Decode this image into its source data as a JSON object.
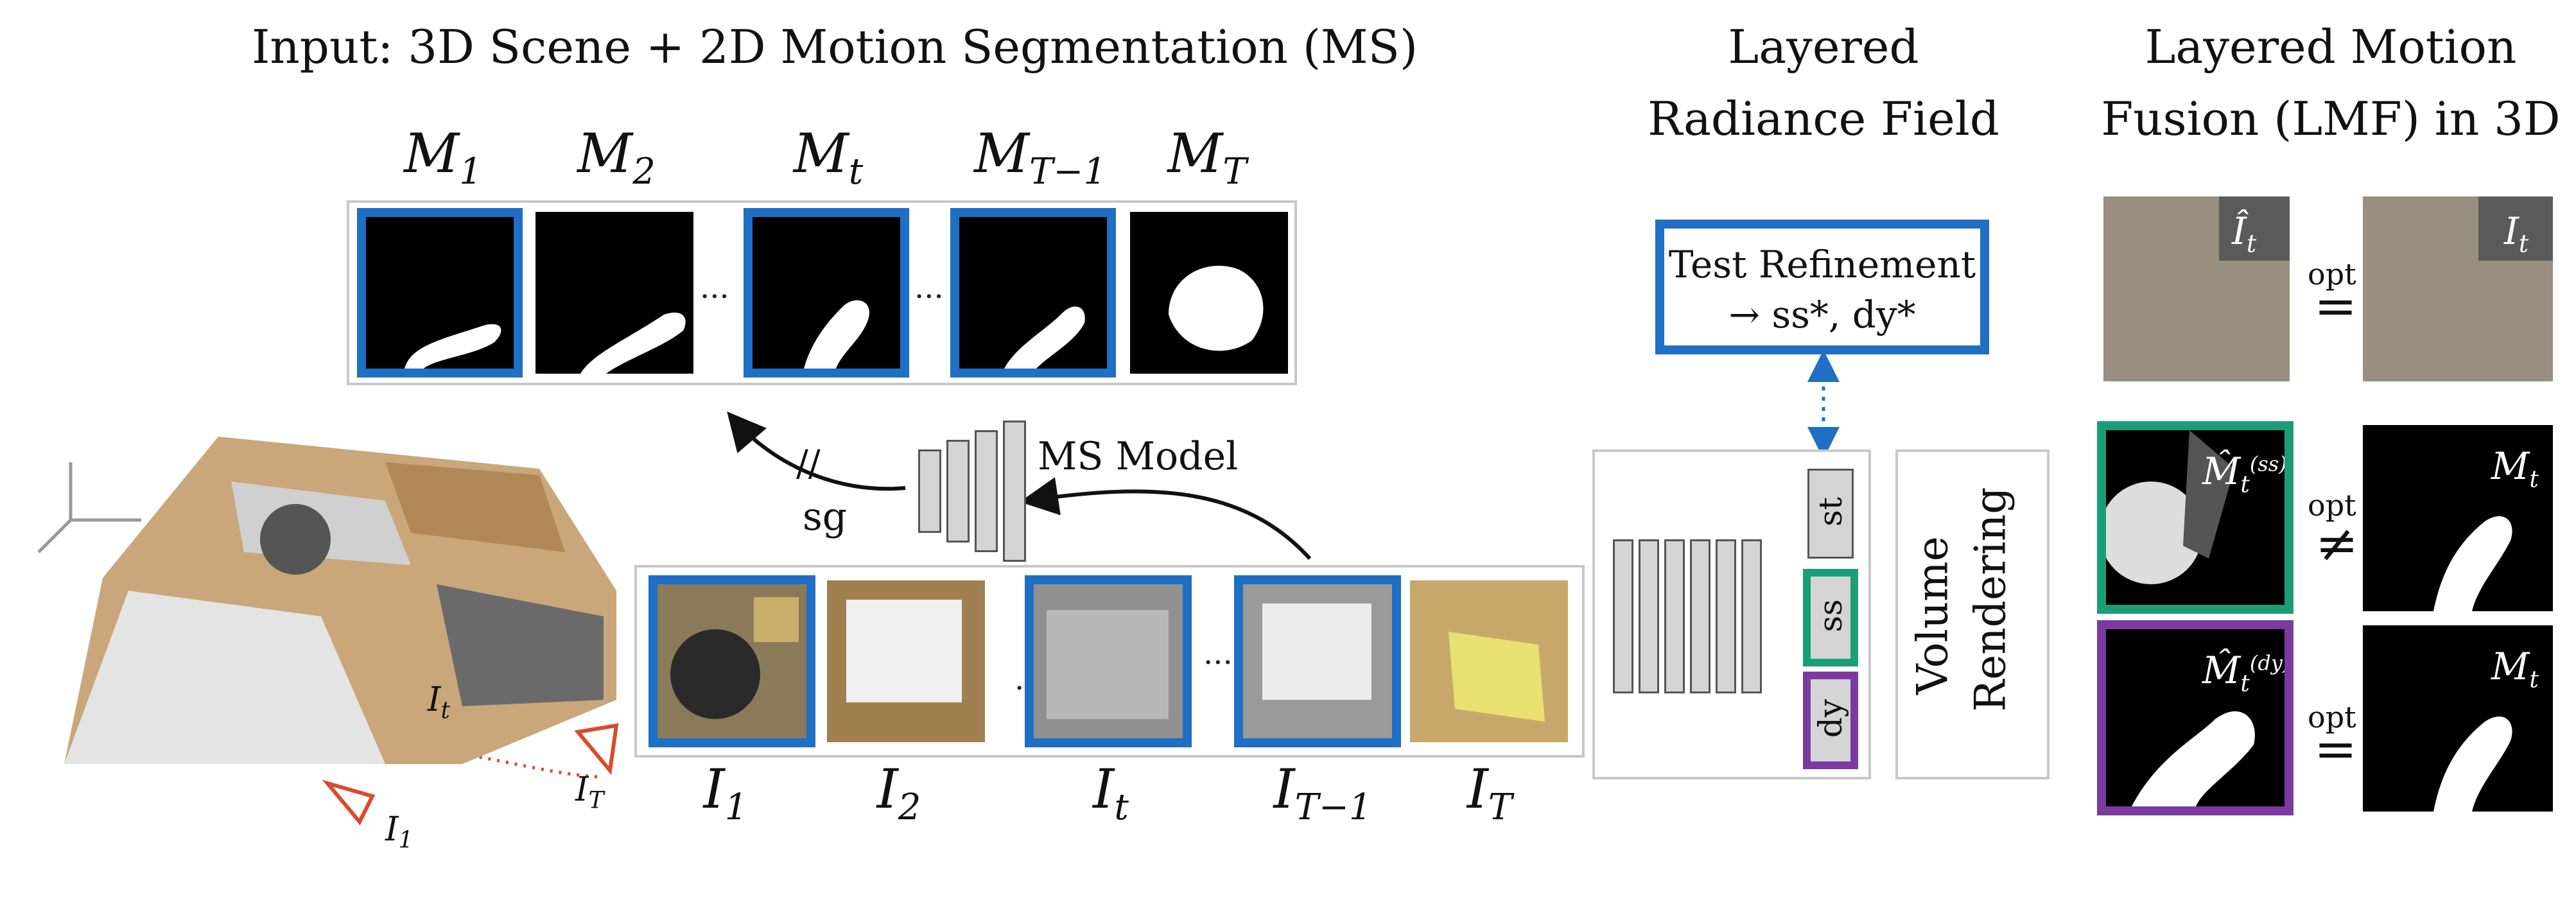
{
  "titles": {
    "input": "Input: 3D Scene + 2D Motion Segmentation (MS)",
    "layered_radiance_field_line1": "Layered",
    "layered_radiance_field_line2": "Radiance Field",
    "lmf_line1": "Layered Motion",
    "lmf_line2": "Fusion (LMF) in 3D"
  },
  "mask_labels": [
    {
      "base": "M",
      "sub": "1"
    },
    {
      "base": "M",
      "sub": "2"
    },
    {
      "base": "M",
      "sub": "t"
    },
    {
      "base": "M",
      "sub": "T−1"
    },
    {
      "base": "M",
      "sub": "T"
    }
  ],
  "image_labels": [
    {
      "base": "I",
      "sub": "1"
    },
    {
      "base": "I",
      "sub": "2"
    },
    {
      "base": "I",
      "sub": "t"
    },
    {
      "base": "I",
      "sub": "T−1"
    },
    {
      "base": "I",
      "sub": "T"
    }
  ],
  "ellipsis": "...",
  "ms_model_label": "MS Model",
  "sg_label": "sg",
  "sg_mark": "//",
  "test_refinement": {
    "line1": "Test Refinement",
    "line2": "→ ss*, dy*"
  },
  "heads": [
    "st",
    "ss",
    "dy"
  ],
  "volume_rendering": {
    "line1": "Volume",
    "line2": "Rendering"
  },
  "camera_labels": {
    "it": "I",
    "it_sub": "t",
    "i1": "I",
    "i1_sub": "1",
    "iT": "I",
    "iT_sub": "T"
  },
  "lmf": {
    "rgb_pred": "Î",
    "rgb_pred_sub": "t",
    "rgb_gt": "I",
    "rgb_gt_sub": "t",
    "eq_op": "=",
    "neq_op": "≠",
    "opt": "opt",
    "mask_ss": "M̂",
    "mask_ss_sub": "t",
    "mask_ss_sup": "(ss)",
    "mask_dy": "M̂",
    "mask_dy_sub": "t",
    "mask_dy_sup": "(dy)",
    "mask_gt": "M",
    "mask_gt_sub": "t"
  },
  "colors": {
    "blue": "#1f6fc4",
    "green": "#1b9e77",
    "purple": "#7a3aa0",
    "orange": "#e8a33a",
    "red": "#d94a2b",
    "gray_box": "#d4d4d4"
  }
}
